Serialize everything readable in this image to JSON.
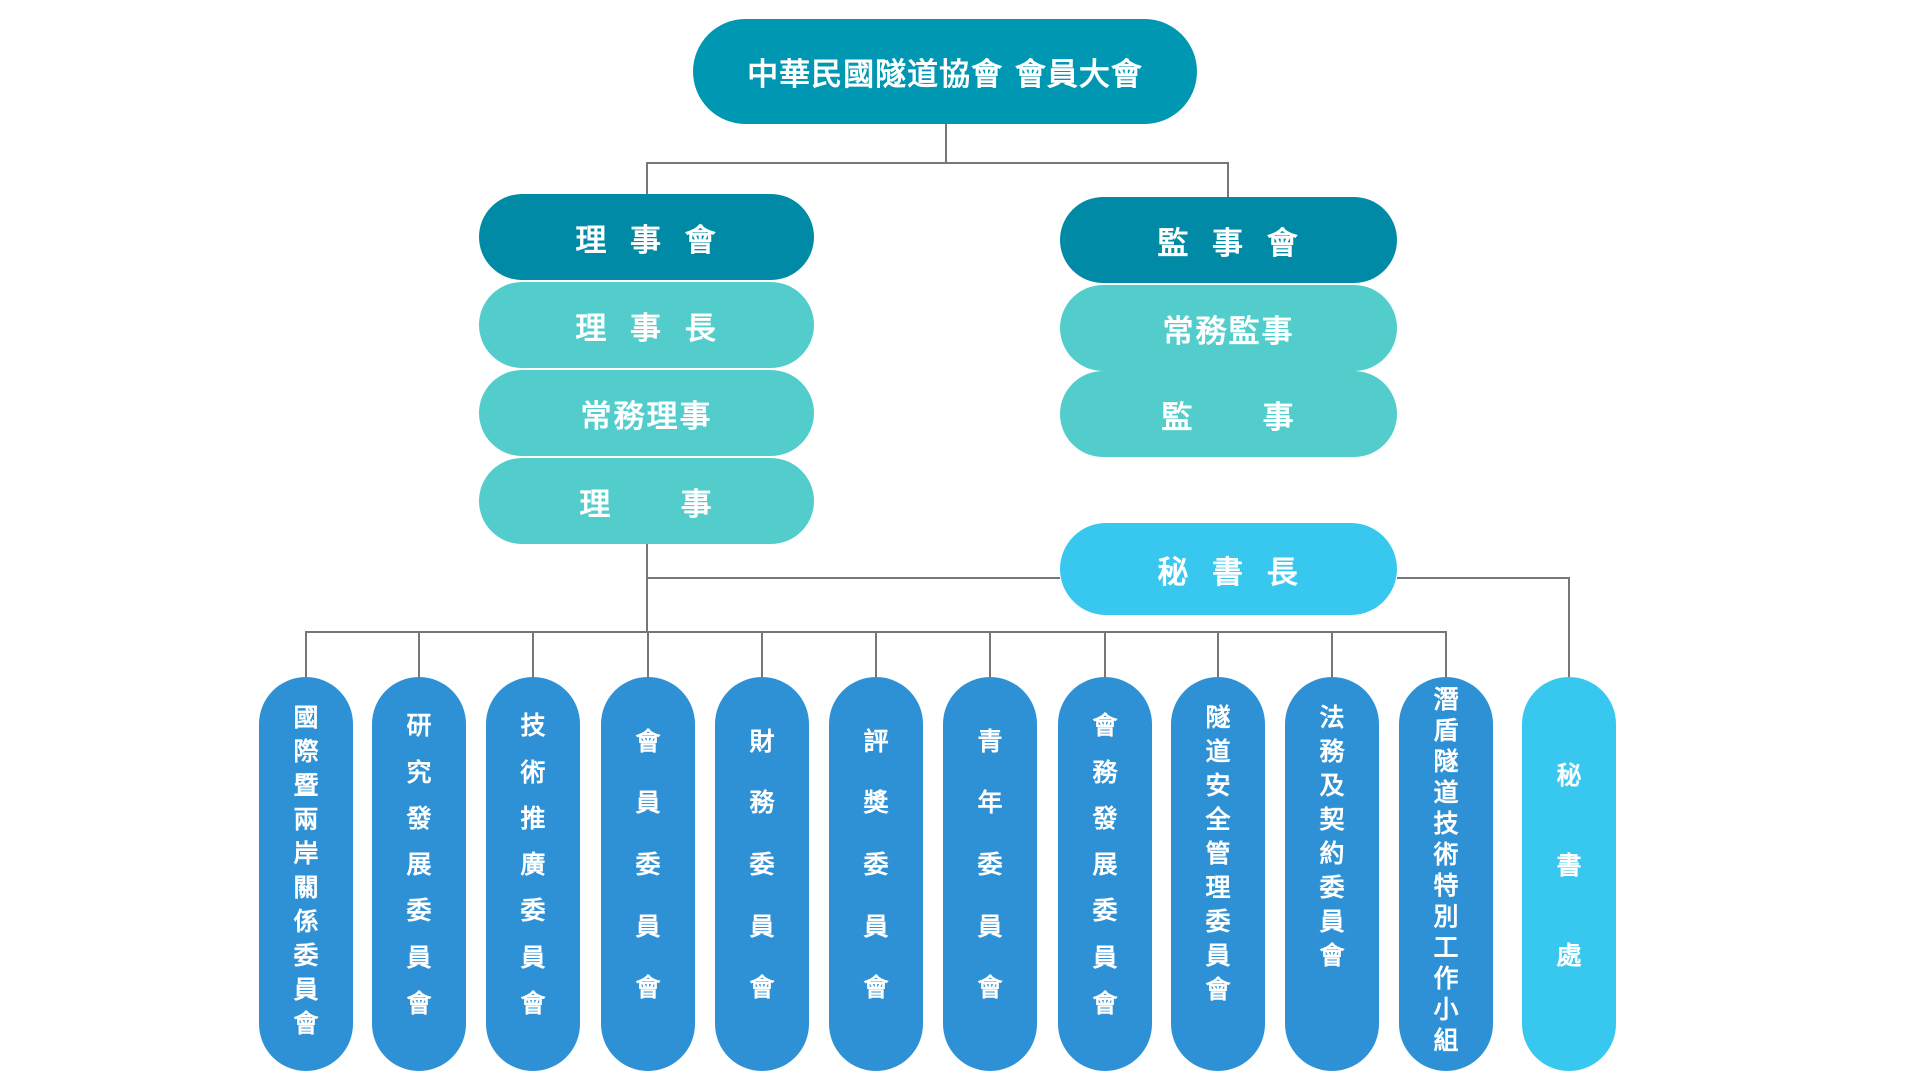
{
  "colors": {
    "root": "#0097B2",
    "board_head": "#008AA5",
    "board_member": "#52CDCC",
    "secretary_general": "#38C8EF",
    "committee": "#2E91D6",
    "secretariat": "#38C8EF",
    "connector": "#777777"
  },
  "root": {
    "label": "中華民國隧道協會 會員大會"
  },
  "board_of_directors": {
    "head": [
      "理",
      "事",
      "會"
    ],
    "members": [
      {
        "chars": [
          "理",
          "事",
          "長"
        ]
      },
      {
        "chars": [
          "常務理事"
        ]
      },
      {
        "chars": [
          "理",
          "事"
        ]
      }
    ]
  },
  "board_of_supervisors": {
    "head": [
      "監",
      "事",
      "會"
    ],
    "members": [
      {
        "chars": [
          "常務監事"
        ]
      },
      {
        "chars": [
          "監",
          "事"
        ]
      }
    ]
  },
  "secretary_general": {
    "chars": [
      "秘",
      "書",
      "長"
    ]
  },
  "committees": [
    {
      "label": "國際暨兩岸關係委員會",
      "chars": [
        "國",
        "際",
        "暨",
        "兩",
        "岸",
        "關",
        "係",
        "委",
        "員",
        "會"
      ]
    },
    {
      "label": "研究發展委員會",
      "chars": [
        "研",
        "究",
        "發",
        "展",
        "委",
        "員",
        "會"
      ]
    },
    {
      "label": "技術推廣委員會",
      "chars": [
        "技",
        "術",
        "推",
        "廣",
        "委",
        "員",
        "會"
      ]
    },
    {
      "label": "會員委員會",
      "chars": [
        "會",
        "員",
        "委",
        "員",
        "會"
      ]
    },
    {
      "label": "財務委員會",
      "chars": [
        "財",
        "務",
        "委",
        "員",
        "會"
      ]
    },
    {
      "label": "評獎委員會",
      "chars": [
        "評",
        "獎",
        "委",
        "員",
        "會"
      ]
    },
    {
      "label": "青年委員會",
      "chars": [
        "青",
        "年",
        "委",
        "員",
        "會"
      ]
    },
    {
      "label": "會務發展委員會",
      "chars": [
        "會",
        "務",
        "發",
        "展",
        "委",
        "員",
        "會"
      ]
    },
    {
      "label": "隧道安全管理委員會",
      "chars": [
        "隧",
        "道",
        "安",
        "全",
        "管",
        "理",
        "委",
        "員",
        "會"
      ]
    },
    {
      "label": "法務及契約委員會",
      "chars": [
        "法",
        "務",
        "及",
        "契",
        "約",
        "委",
        "員",
        "會"
      ]
    },
    {
      "label": "潛盾隧道技術特別工作小組",
      "chars": [
        "潛",
        "盾",
        "隧",
        "道",
        "技",
        "術",
        "特",
        "別",
        "工",
        "作",
        "小",
        "組"
      ]
    }
  ],
  "secretariat": {
    "label": "秘書處",
    "chars": [
      "秘",
      "書",
      "處"
    ]
  }
}
